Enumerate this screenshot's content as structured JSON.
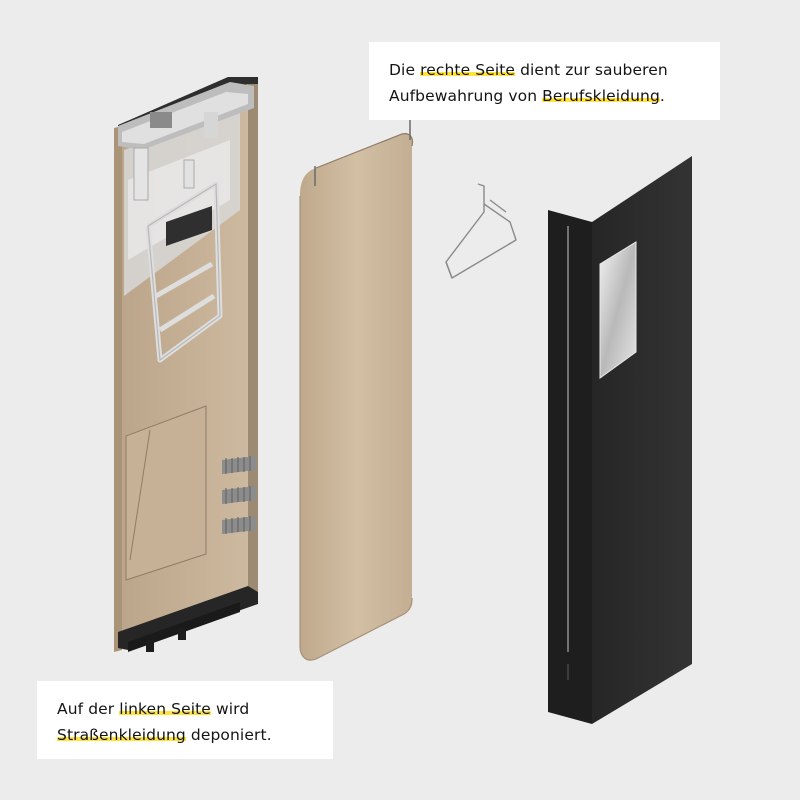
{
  "colors": {
    "background": "#ececec",
    "cabinet_beige": "#c8b49a",
    "door_black": "#2b2b2b",
    "highlight": "#ffe23a"
  },
  "callout_top": {
    "line1": {
      "before": "Die ",
      "highlight": "rechte Seite",
      "after": " dient zur sauberen"
    },
    "line2": {
      "before": "Aufbewahrung von ",
      "highlight": "Berufskleidung",
      "after": "."
    }
  },
  "callout_bottom": {
    "line1": {
      "before": "Auf der ",
      "highlight": "linken Seite",
      "after": " wird"
    },
    "line2": {
      "before": "",
      "highlight": "Straßenkleidung",
      "after": " deponiert."
    }
  },
  "icons": [
    "hanger-icon"
  ]
}
